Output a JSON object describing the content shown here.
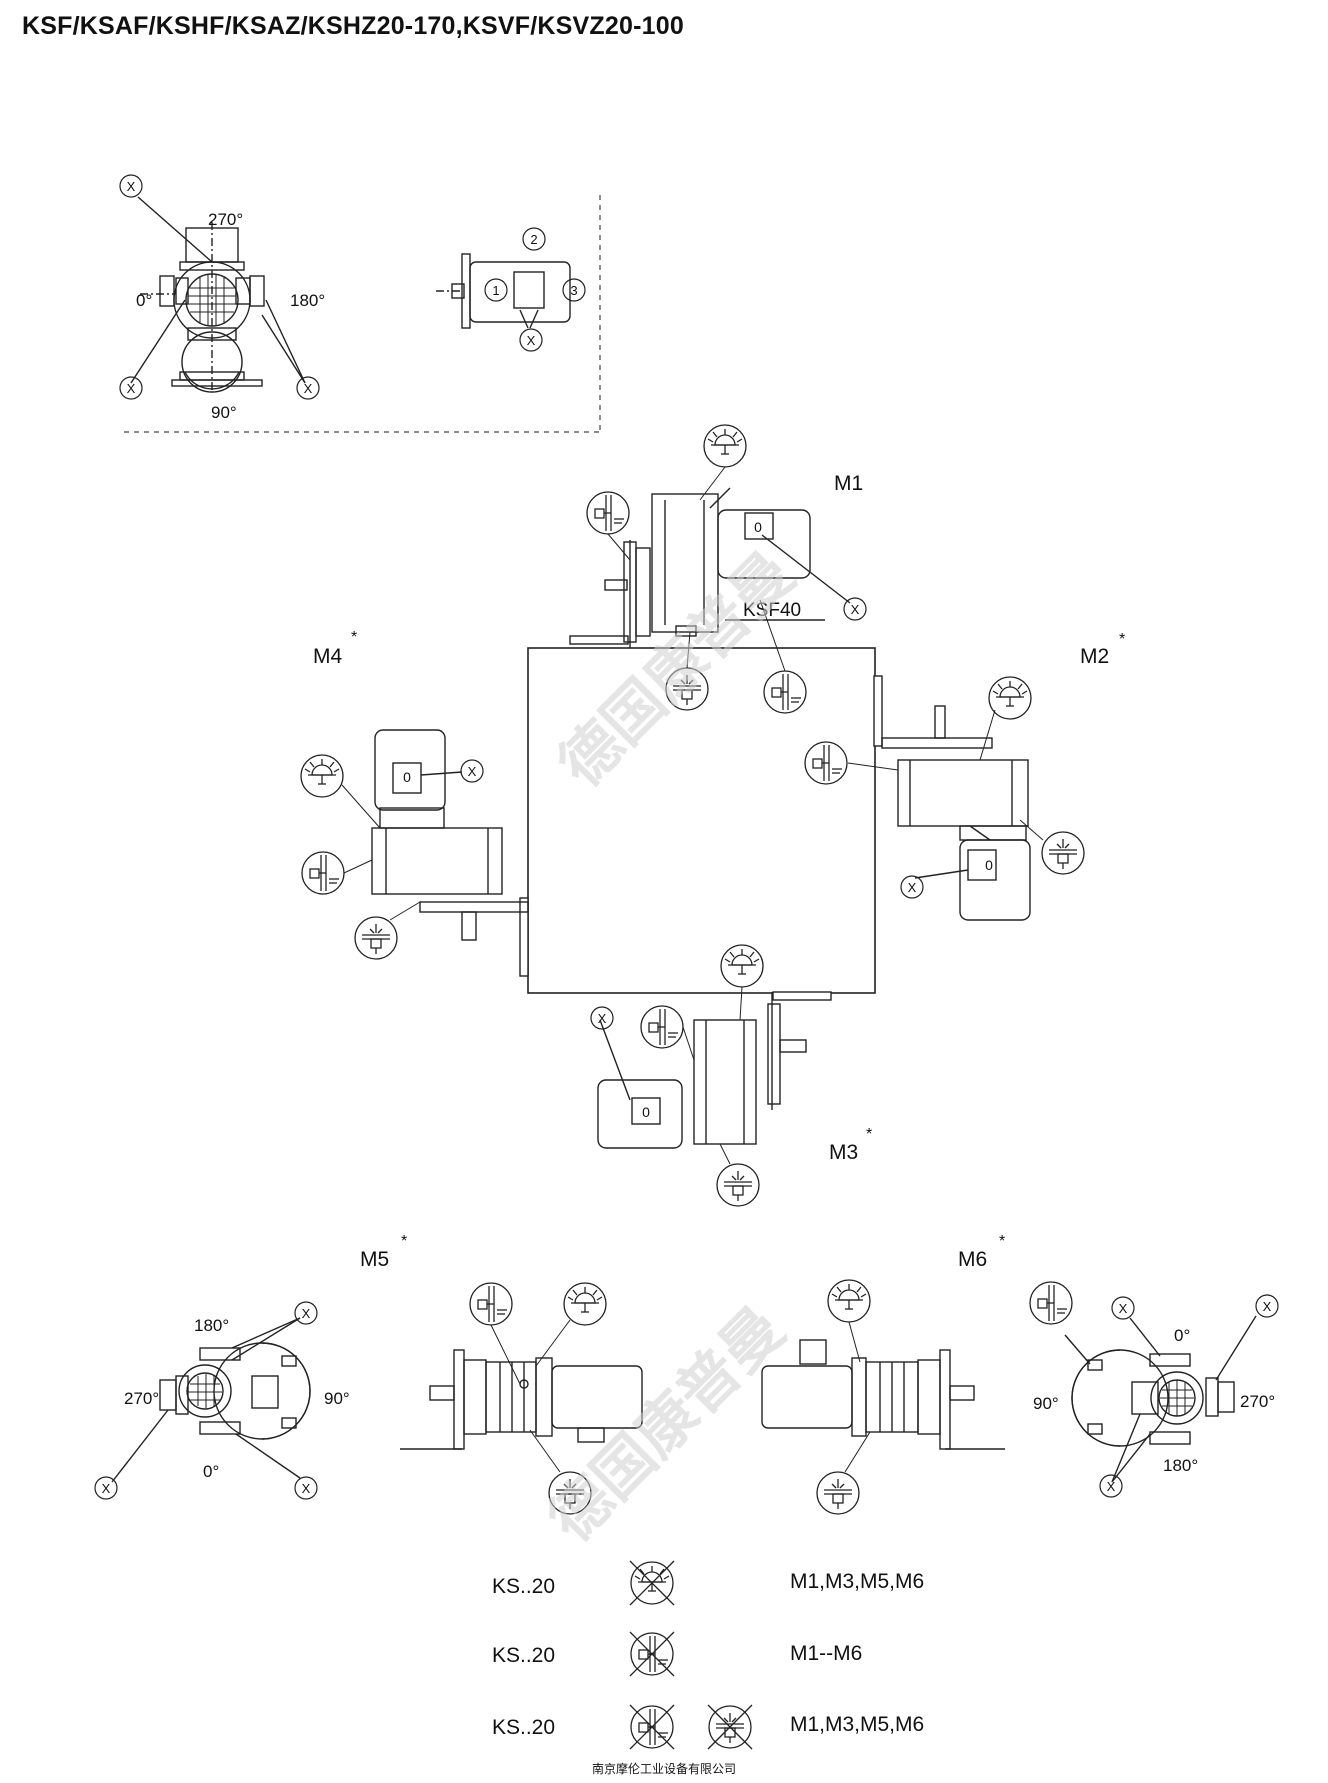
{
  "title": "KSF/KSAF/KSHF/KSAZ/KSHZ20-170,KSVF/KSVZ20-100",
  "footer": "南京摩伦工业设备有限公司",
  "watermark": "德国康普曼",
  "symbols": {
    "x": "X",
    "zero": "0",
    "one": "1",
    "two": "2",
    "three": "3",
    "star": "*"
  },
  "angles": {
    "a0": "0°",
    "a90": "90°",
    "a180": "180°",
    "a270": "270°"
  },
  "positions": {
    "m1": "M1",
    "m2": "M2",
    "m3": "M3",
    "m4": "M4",
    "m5": "M5",
    "m6": "M6"
  },
  "model_label": "KSF40",
  "legend": [
    {
      "size": "KS..20",
      "positions": "M1,M3,M5,M6"
    },
    {
      "size": "KS..20",
      "positions": "M1--M6"
    },
    {
      "size": "KS..20",
      "positions": "M1,M3,M5,M6"
    }
  ]
}
